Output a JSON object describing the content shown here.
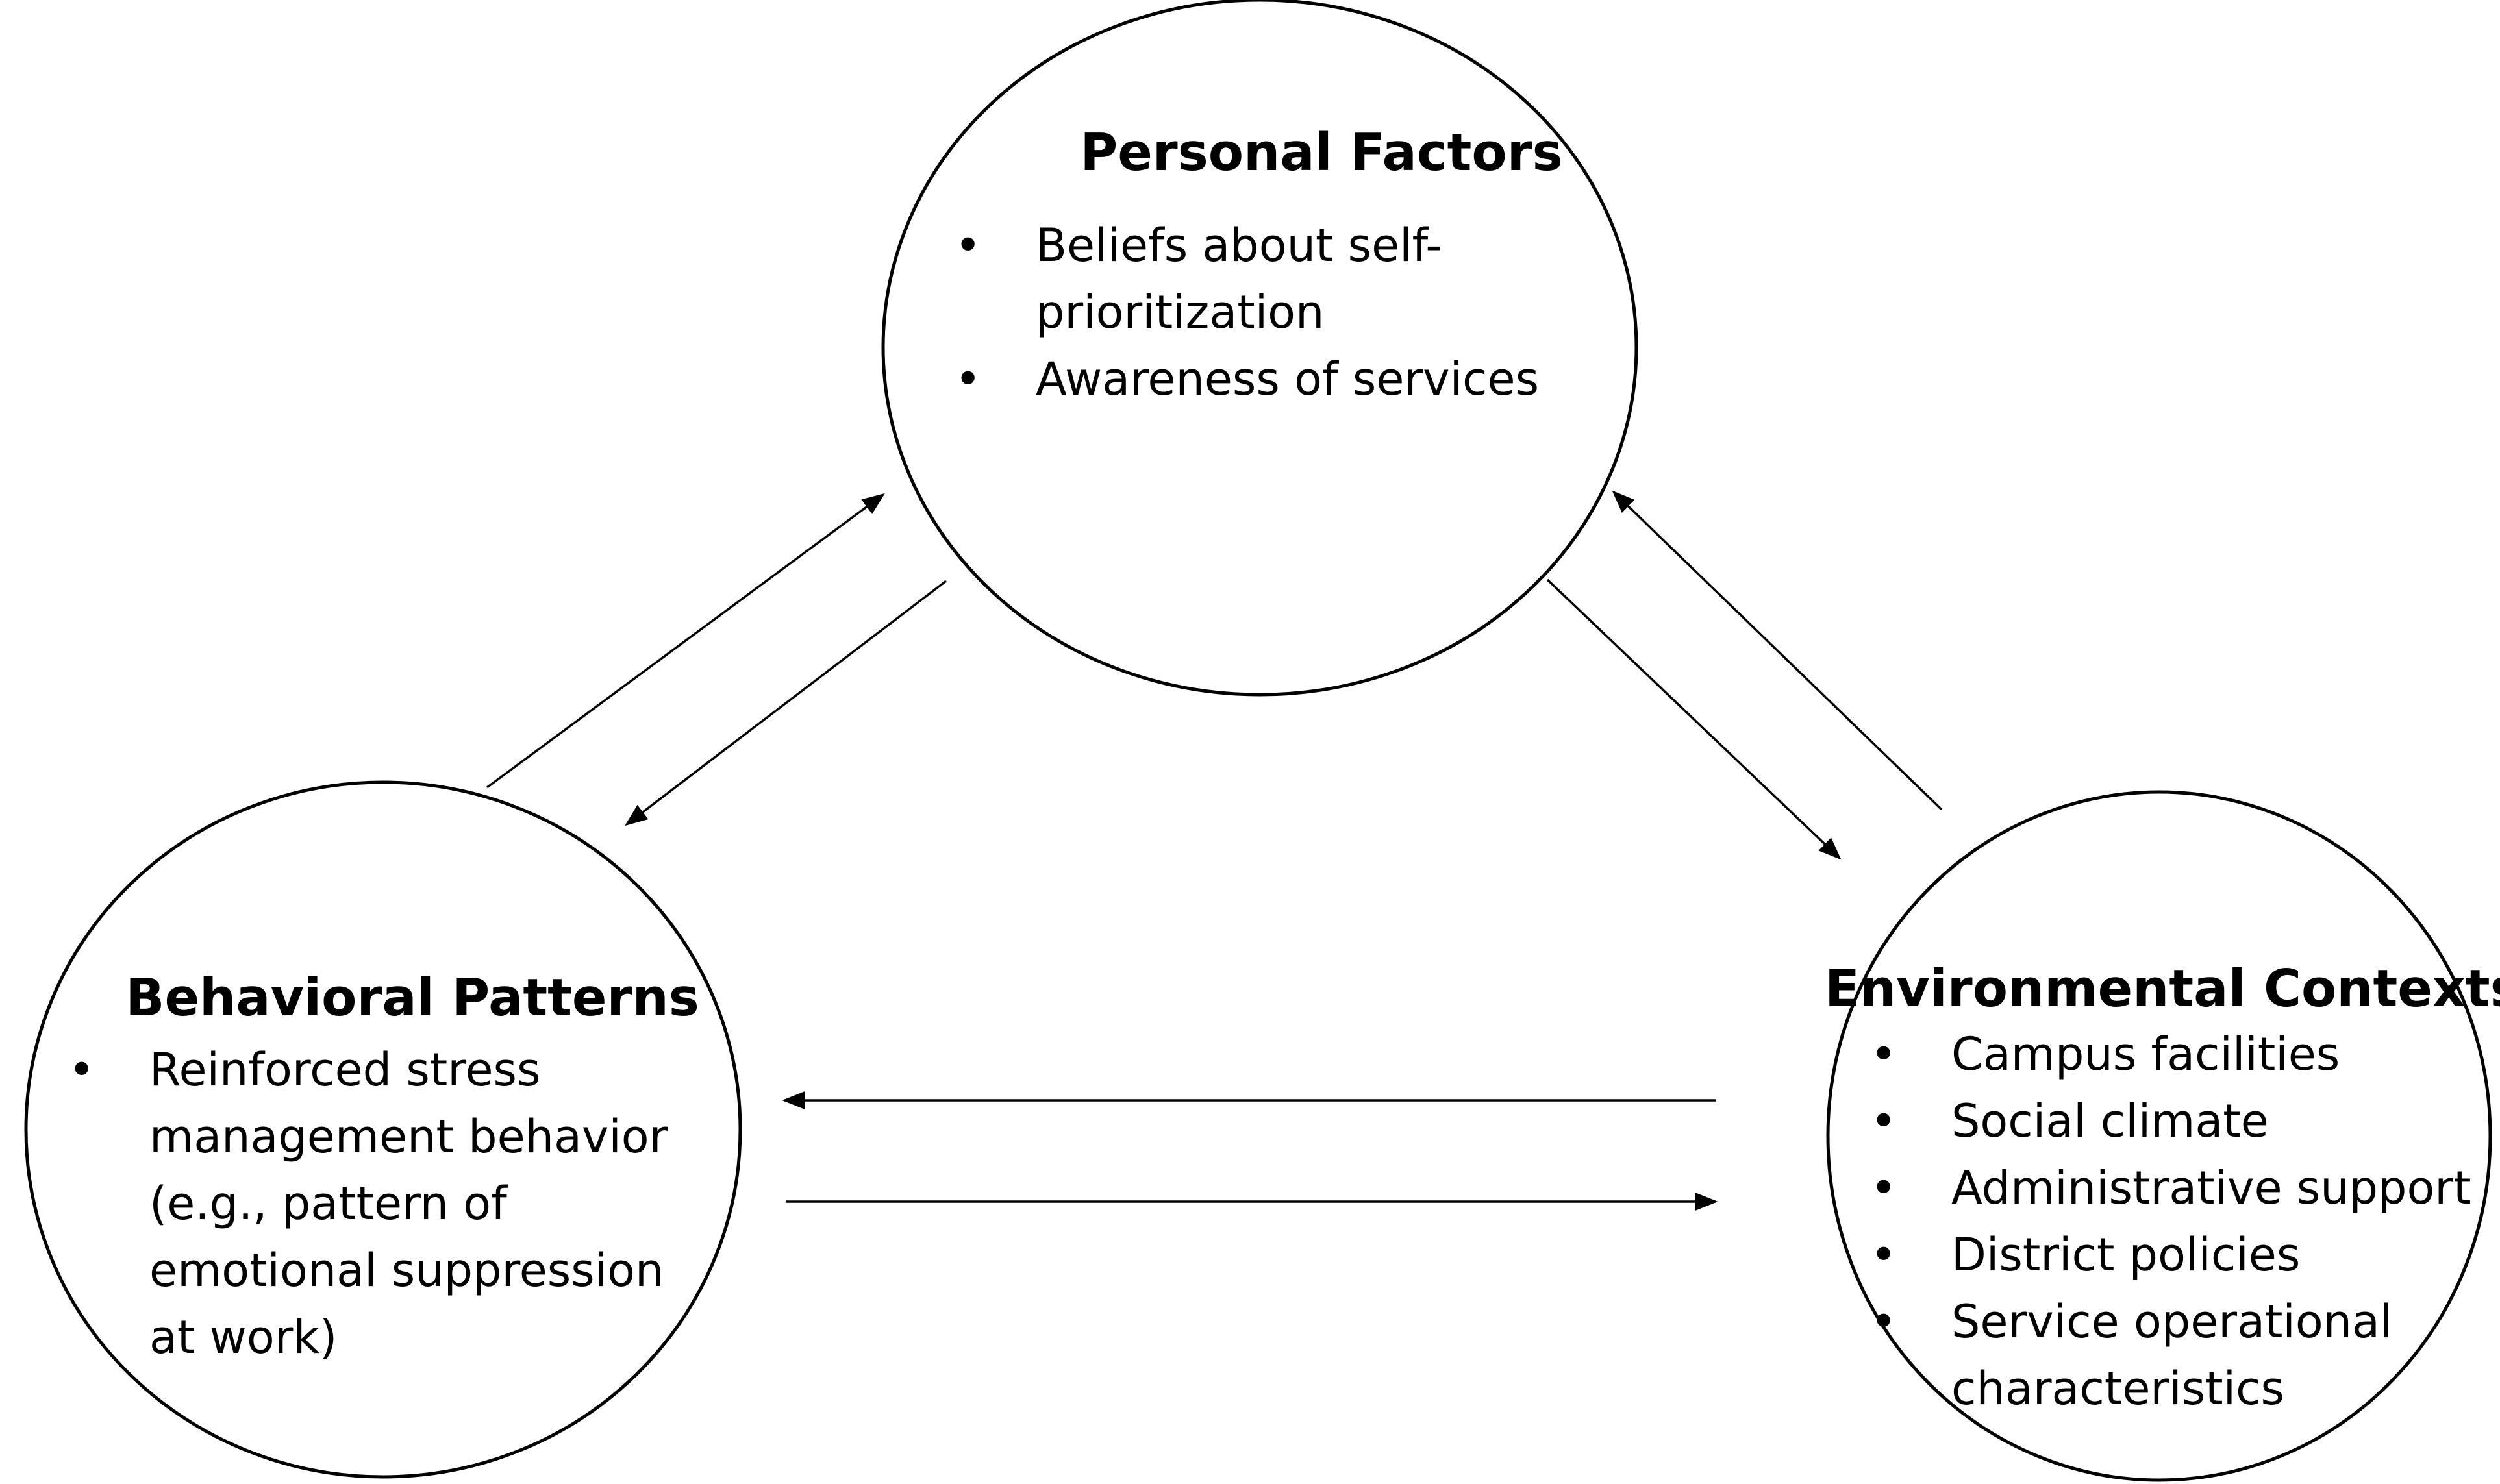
{
  "nodes": {
    "personal": {
      "title": "Personal Factors",
      "items": [
        "Beliefs about self-prioritization",
        "Awareness of services"
      ]
    },
    "behavioral": {
      "title": "Behavioral Patterns",
      "items": [
        "Reinforced stress management behavior (e.g., pattern of emotional suppression at work)"
      ]
    },
    "environmental": {
      "title": "Environmental Contexts",
      "items": [
        "Campus facilities",
        "Social climate",
        "Administrative support",
        "District policies",
        "Service operational characteristics"
      ]
    }
  },
  "connections": [
    {
      "from": "behavioral",
      "to": "personal"
    },
    {
      "from": "personal",
      "to": "behavioral"
    },
    {
      "from": "personal",
      "to": "environmental"
    },
    {
      "from": "environmental",
      "to": "personal"
    },
    {
      "from": "environmental",
      "to": "behavioral"
    },
    {
      "from": "behavioral",
      "to": "environmental"
    }
  ],
  "colors": {
    "stroke": "#000000",
    "background": "#ffffff",
    "text": "#000000"
  }
}
